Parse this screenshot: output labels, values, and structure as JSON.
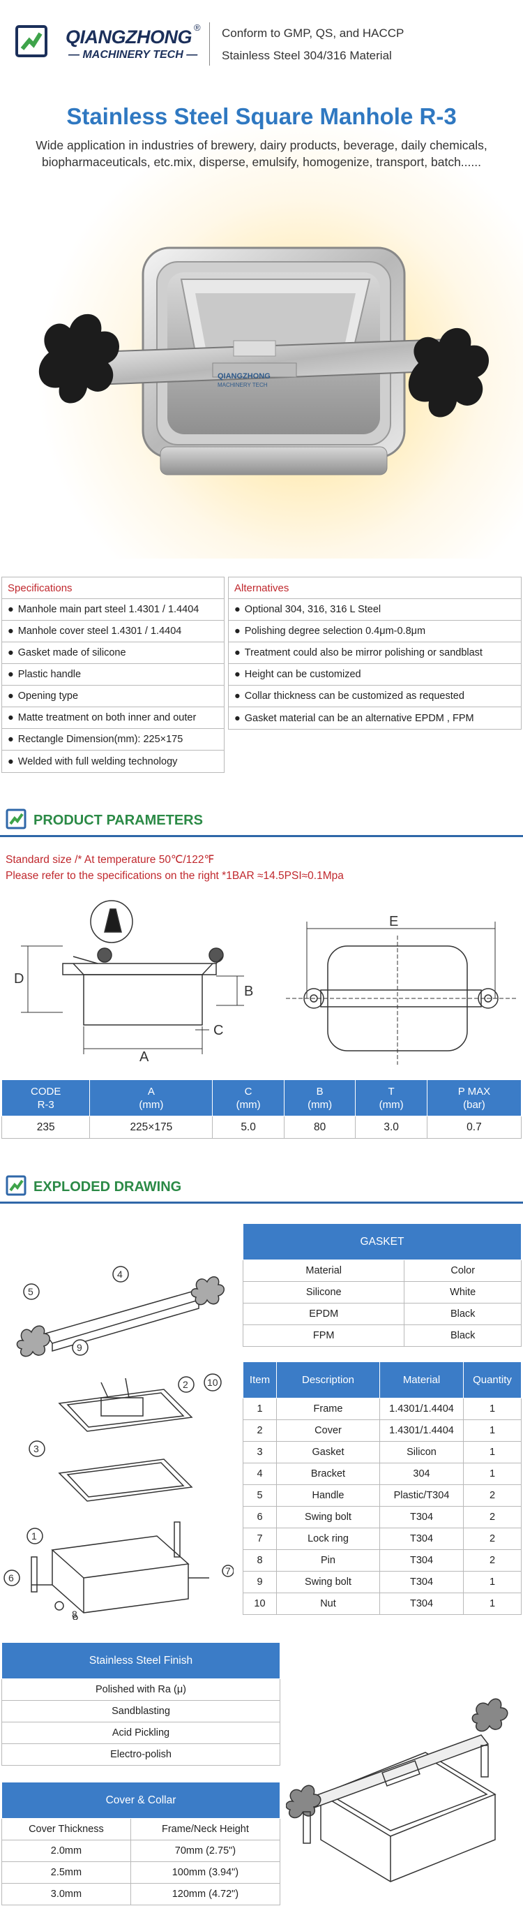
{
  "header": {
    "brand": "QIANGZHONG",
    "brand_mark": "®",
    "brand_sub": "— MACHINERY TECH —",
    "claim_1": "Conform to GMP, QS, and HACCP",
    "claim_2": "Stainless Steel 304/316 Material"
  },
  "hero": {
    "title": "Stainless Steel Square Manhole R-3",
    "description": "Wide application in industries of brewery, dairy products, beverage, daily chemicals, biopharmaceuticals, etc.mix, disperse, emulsify, homogenize, transport, batch......",
    "product_logo_text": "QIANGZHONG",
    "product_logo_sub": "MACHINERY TECH"
  },
  "specifications": {
    "heading": "Specifications",
    "items": [
      "Manhole main part steel 1.4301 / 1.4404",
      "Manhole cover steel 1.4301 / 1.4404",
      "Gasket made of silicone",
      "Plastic handle",
      "Opening type",
      "Matte treatment on both inner and outer",
      "Rectangle Dimension(mm): 225×175",
      "Welded with full welding technology"
    ]
  },
  "alternatives": {
    "heading": "Alternatives",
    "items": [
      "Optional 304, 316, 316 L Steel",
      "Polishing degree selection 0.4μm-0.8μm",
      "Treatment could also be mirror polishing or sandblast",
      "Height can be customized",
      "Collar thickness can be customized as requested",
      "Gasket material can be an alternative EPDM , FPM"
    ]
  },
  "product_parameters": {
    "heading": "PRODUCT PARAMETERS",
    "note_1": "Standard size /* At temperature 50℃/122℉",
    "note_2": "Please refer to the specifications on the right *1BAR ≈14.5PSI≈0.1Mpa",
    "dim_labels": {
      "D": "D",
      "B": "B",
      "C": "C",
      "A": "A",
      "E": "E"
    },
    "table": {
      "headers": [
        [
          "CODE",
          "R-3"
        ],
        [
          "A",
          "(mm)"
        ],
        [
          "C",
          "(mm)"
        ],
        [
          "B",
          "(mm)"
        ],
        [
          "T",
          "(mm)"
        ],
        [
          "P MAX",
          "(bar)"
        ]
      ],
      "row": [
        "235",
        "225×175",
        "5.0",
        "80",
        "3.0",
        "0.7"
      ]
    }
  },
  "exploded_drawing": {
    "heading": "EXPLODED DRAWING",
    "callouts": [
      "1",
      "2",
      "3",
      "4",
      "5",
      "6",
      "7",
      "8",
      "9",
      "10"
    ],
    "gasket": {
      "title": "GASKET",
      "columns": [
        "Material",
        "Color"
      ],
      "rows": [
        [
          "Silicone",
          "White"
        ],
        [
          "EPDM",
          "Black"
        ],
        [
          "FPM",
          "Black"
        ]
      ]
    },
    "parts": {
      "columns": [
        "Item",
        "Description",
        "Material",
        "Quantity"
      ],
      "rows": [
        [
          "1",
          "Frame",
          "1.4301/1.4404",
          "1"
        ],
        [
          "2",
          "Cover",
          "1.4301/1.4404",
          "1"
        ],
        [
          "3",
          "Gasket",
          "Silicon",
          "1"
        ],
        [
          "4",
          "Bracket",
          "304",
          "1"
        ],
        [
          "5",
          "Handle",
          "Plastic/T304",
          "2"
        ],
        [
          "6",
          "Swing bolt",
          "T304",
          "2"
        ],
        [
          "7",
          "Lock ring",
          "T304",
          "2"
        ],
        [
          "8",
          "Pin",
          "T304",
          "2"
        ],
        [
          "9",
          "Swing bolt",
          "T304",
          "1"
        ],
        [
          "10",
          "Nut",
          "T304",
          "1"
        ]
      ]
    }
  },
  "finish": {
    "title": "Stainless Steel Finish",
    "rows": [
      "Polished with Ra (μ)",
      "Sandblasting",
      "Acid Pickling",
      "Electro-polish"
    ]
  },
  "cover_collar": {
    "title": "Cover & Collar",
    "columns": [
      "Cover Thickness",
      "Frame/Neck Height"
    ],
    "rows": [
      [
        "2.0mm",
        "70mm (2.75\")"
      ],
      [
        "2.5mm",
        "100mm (3.94\")"
      ],
      [
        "3.0mm",
        "120mm (4.72\")"
      ]
    ]
  },
  "colors": {
    "accent_blue": "#3b7cc7",
    "title_blue": "#2f78c1",
    "heading_green": "#2b8a46",
    "note_red": "#c0282d",
    "knob_black": "#1c1c1c"
  }
}
